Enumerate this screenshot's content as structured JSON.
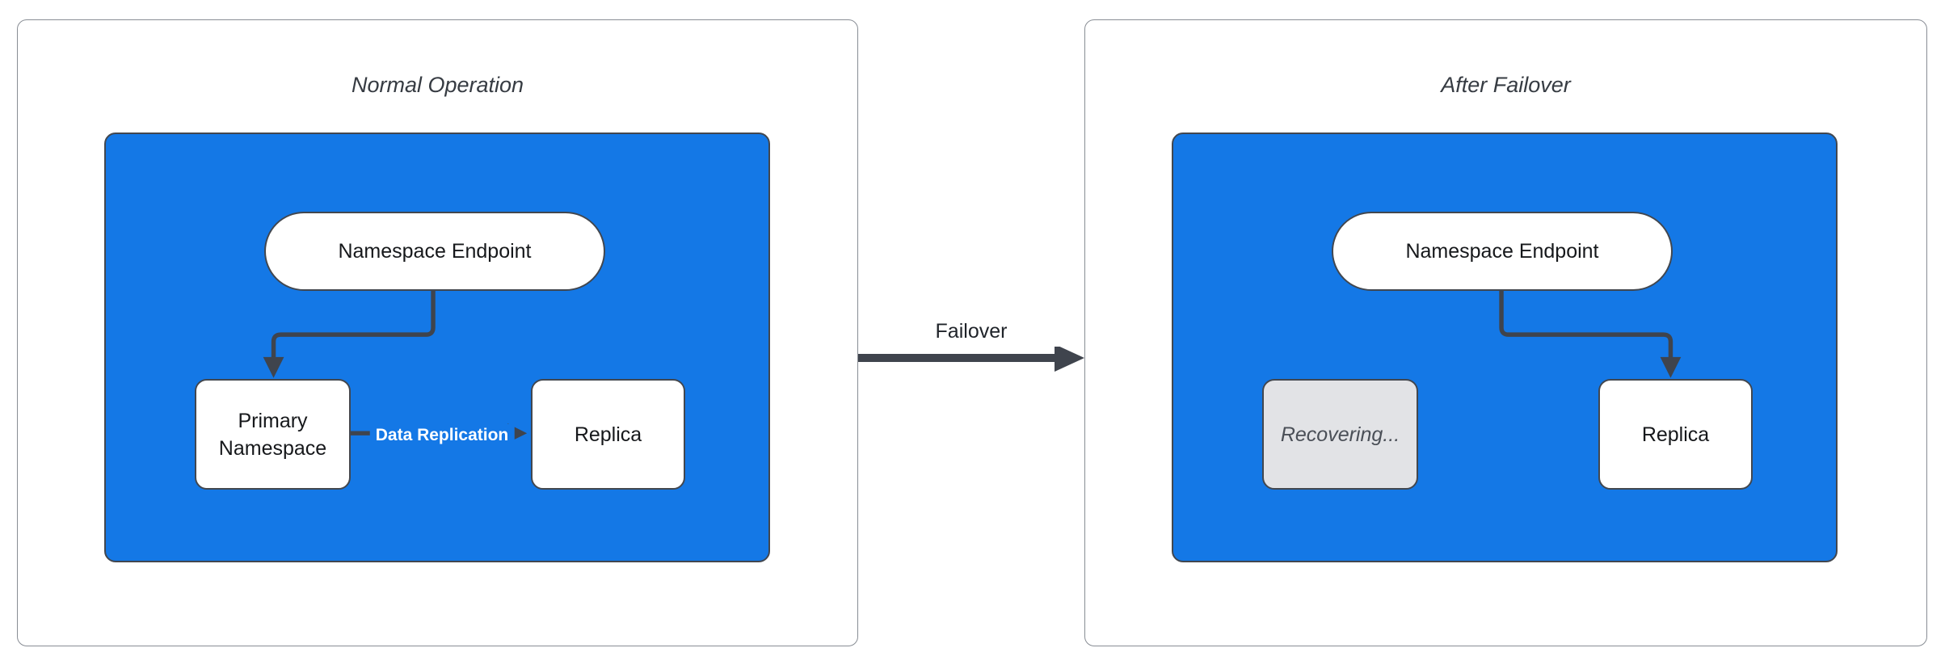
{
  "colors": {
    "container_blue": "#1478e6",
    "stroke_dark": "#3f444d",
    "panel_border": "#888d94",
    "node_fill": "#ffffff",
    "node_text": "#16181b",
    "title_text": "#363b42",
    "recovering_fill": "#e2e3e6",
    "recovering_text": "#4a4f57",
    "edge_label_text": "#ffffff"
  },
  "panels": [
    {
      "title": "Normal Operation",
      "endpoint_label": "Namespace Endpoint",
      "nodes": {
        "left": "Primary Namespace",
        "right": "Replica"
      },
      "edge_label": "Data Replication"
    },
    {
      "title": "After Failover",
      "endpoint_label": "Namespace Endpoint",
      "nodes": {
        "left": "Recovering...",
        "right": "Replica"
      }
    }
  ],
  "failover": {
    "label": "Failover"
  }
}
